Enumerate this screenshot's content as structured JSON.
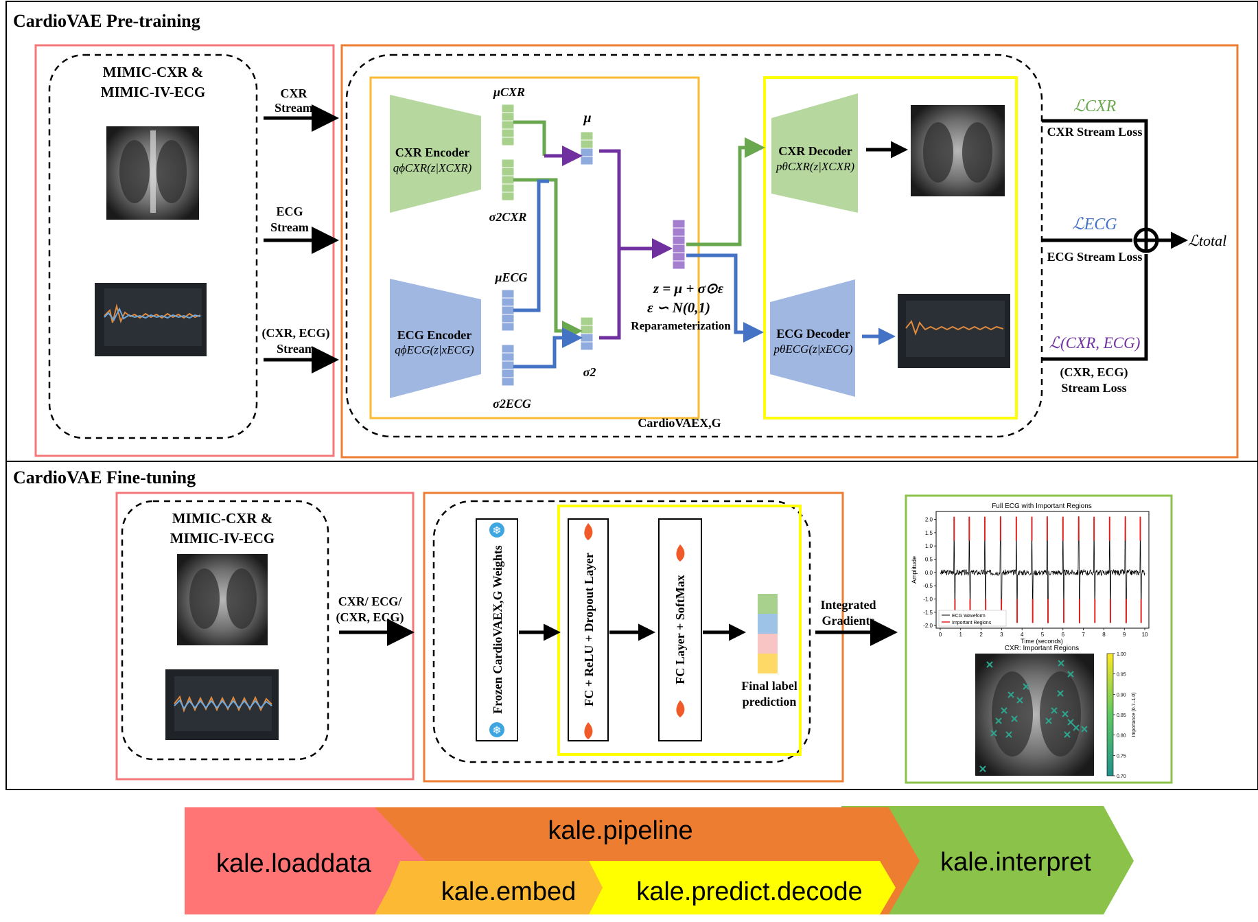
{
  "pretraining": {
    "title": "CardioVAE Pre-training",
    "dataset_line1": "MIMIC-CXR &",
    "dataset_line2": "MIMIC-IV-ECG",
    "streams": [
      {
        "line1": "CXR",
        "line2": "Stream"
      },
      {
        "line1": "ECG",
        "line2": "Stream"
      },
      {
        "line1": "(CXR, ECG)",
        "line2": "Stream"
      }
    ],
    "cxr_encoder": {
      "label": "CXR Encoder",
      "formula": "qϕCXR(z|XCXR)"
    },
    "ecg_encoder": {
      "label": "ECG Encoder",
      "formula": "qϕECG(z|xECG)"
    },
    "mu_cxr": "μCXR",
    "sigma_cxr": "σ2CXR",
    "mu_ecg": "μECG",
    "sigma_ecg": "σ2ECG",
    "mu": "μ",
    "sigma2": "σ2",
    "reparam_eq1": "z = μ + σ⊙ε",
    "reparam_eq2": "ε ∽ N(0,1)",
    "reparam_label": "Reparameterization",
    "cxr_decoder": {
      "label": "CXR Decoder",
      "formula": "pθCXR(z|XCXR)"
    },
    "ecg_decoder": {
      "label": "ECG Decoder",
      "formula": "pθECG(z|xECG)"
    },
    "model_name": "CardioVAEX,G",
    "loss_cxr_symbol": "ℒCXR",
    "loss_cxr_label": "CXR Stream Loss",
    "loss_ecg_symbol": "ℒECG",
    "loss_ecg_label": "ECG Stream Loss",
    "loss_joint_symbol": "ℒ(CXR, ECG)",
    "loss_joint_label1": "(CXR, ECG)",
    "loss_joint_label2": "Stream Loss",
    "loss_total": "ℒtotal"
  },
  "finetuning": {
    "title": "CardioVAE Fine-tuning",
    "dataset_line1": "MIMIC-CXR &",
    "dataset_line2": "MIMIC-IV-ECG",
    "input_line1": "CXR/ ECG/",
    "input_line2": "(CXR, ECG)",
    "frozen_label": "Frozen CardioVAEX,G Weights",
    "fc1_label": "FC + ReLU + Dropout Layer",
    "fc2_label": "FC Layer + SoftMax",
    "final_line1": "Final label",
    "final_line2": "prediction",
    "ig_line1": "Integrated",
    "ig_line2": "Gradients",
    "ecg_plot": {
      "title": "Full ECG with Important Regions",
      "xlabel": "Time (seconds)",
      "ylabel": "Amplitude",
      "xticks": [
        "0",
        "1",
        "2",
        "3",
        "4",
        "5",
        "6",
        "7",
        "8",
        "9",
        "10"
      ],
      "yticks": [
        "2.0",
        "1.5",
        "1.0",
        "0.5",
        "0.0",
        "-0.5",
        "-1.0",
        "-1.5",
        "-2.0"
      ],
      "legend_waveform": "ECG Waveform",
      "legend_regions": "Important Regions"
    },
    "cxr_plot": {
      "title": "CXR: Important Regions",
      "colorbar_label": "Importance (0.7–1.0)",
      "colorbar_ticks": [
        "1.00",
        "0.95",
        "0.90",
        "0.85",
        "0.80",
        "0.75",
        "0.70"
      ]
    }
  },
  "banner": {
    "loaddata": "kale.loaddata",
    "pipeline": "kale.pipeline",
    "embed": "kale.embed",
    "predict": "kale.predict.decode",
    "interpret": "kale.interpret"
  },
  "colors": {
    "red_box": "#f4787a",
    "orange_box": "#ed7d31",
    "amber_box": "#fbb934",
    "yellow_box": "#ffff00",
    "green_box": "#8bc34a",
    "cxr_green": "#6aa84f",
    "ecg_blue": "#4472c4",
    "latent_purple": "#7030a0"
  }
}
